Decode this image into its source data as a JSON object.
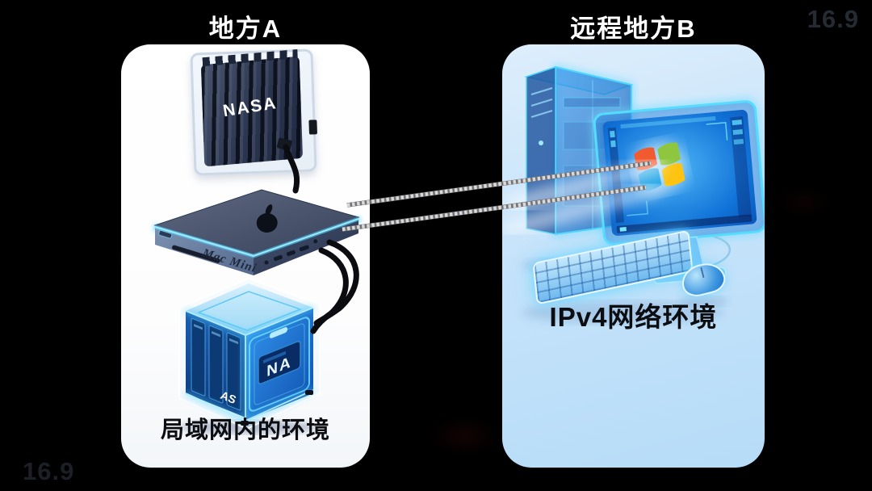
{
  "watermarks": {
    "top_right": "16.9",
    "bottom_left": "16.9"
  },
  "left_panel": {
    "title": "地方A",
    "caption": "局域网内的环境",
    "nas_enclosure_label": "NASA",
    "mac_mini_label": "Mac Mini",
    "nas_cube_label": "NA",
    "nas_cube_corner_label": "AS"
  },
  "right_panel": {
    "title": "远程地方B",
    "caption": "IPv4网络环境"
  },
  "colors": {
    "background": "#000000",
    "left_panel_bg": "#ffffff",
    "right_panel_bg": "#c6e3fa",
    "glow_cyan": "#4fd6ff",
    "device_navy": "#2b354e",
    "cable_black": "#0b0c0f",
    "braided_cable_gray": "#d9d9da",
    "windows_red": "#f1592e",
    "windows_green": "#8ec63f",
    "windows_blue": "#2ba9e8",
    "windows_yellow": "#fdc30f"
  }
}
